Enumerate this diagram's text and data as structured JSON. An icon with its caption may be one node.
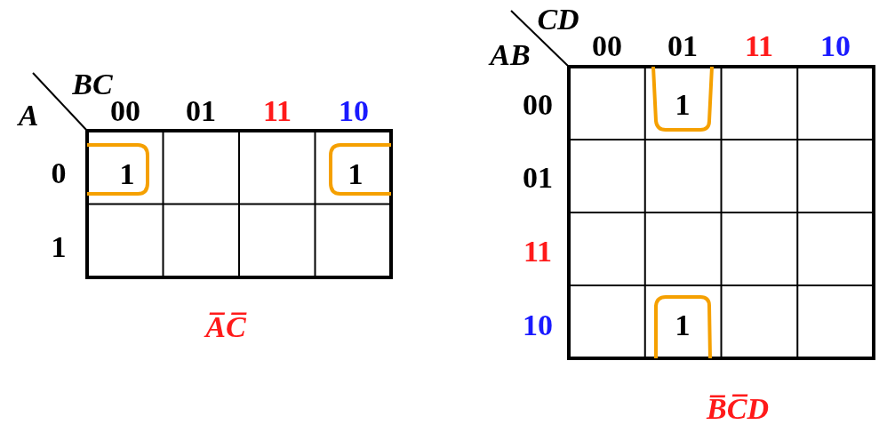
{
  "diagram": {
    "labels": [
      "BC",
      "A",
      "00",
      "01",
      "11",
      "10",
      "0",
      "1",
      "1",
      "1",
      "A̅C̅",
      "CD",
      "AB",
      "00",
      "01",
      "11",
      "10",
      "00",
      "01",
      "11",
      "10",
      "1",
      "1",
      "B̅C̅D"
    ]
  }
}
